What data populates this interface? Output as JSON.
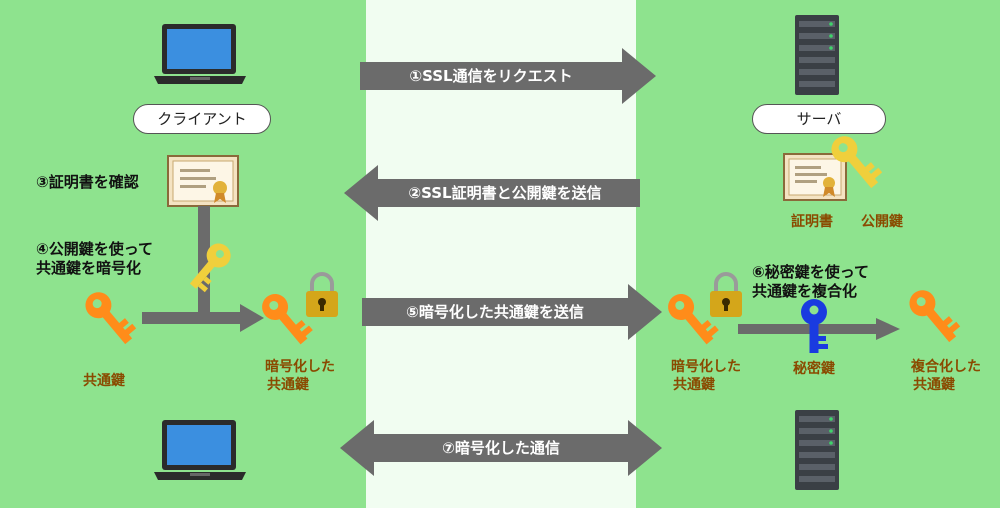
{
  "colors": {
    "panel_left": "#8ee38e",
    "panel_mid": "#f1fdf1",
    "panel_right": "#8ee38e",
    "arrow": "#6b6b6b",
    "text_brown": "#8a4a00",
    "key_orange": "#ff8c1a",
    "key_yellow": "#f0cf3c",
    "key_blue": "#1a3be0",
    "lock": "#d4a61a"
  },
  "labels": {
    "client": "クライアント",
    "server": "サーバ"
  },
  "steps": {
    "s1": "①SSL通信をリクエスト",
    "s2": "②SSL証明書と公開鍵を送信",
    "s3": "③証明書を確認",
    "s4_line1": "④公開鍵を使って",
    "s4_line2": "共通鍵を暗号化",
    "s5": "⑤暗号化した共通鍵を送信",
    "s6_line1": "⑥秘密鍵を使って",
    "s6_line2": "共通鍵を複合化",
    "s7": "⑦暗号化した通信"
  },
  "items": {
    "certificate": "証明書",
    "public_key": "公開鍵",
    "common_key": "共通鍵",
    "encrypted_key_line1": "暗号化した",
    "encrypted_key_line2": "共通鍵",
    "secret_key": "秘密鍵",
    "decrypted_key_line1": "複合化した",
    "decrypted_key_line2": "共通鍵"
  },
  "icons": [
    "laptop-icon",
    "server-icon",
    "certificate-icon",
    "key-icon",
    "padlock-icon"
  ]
}
